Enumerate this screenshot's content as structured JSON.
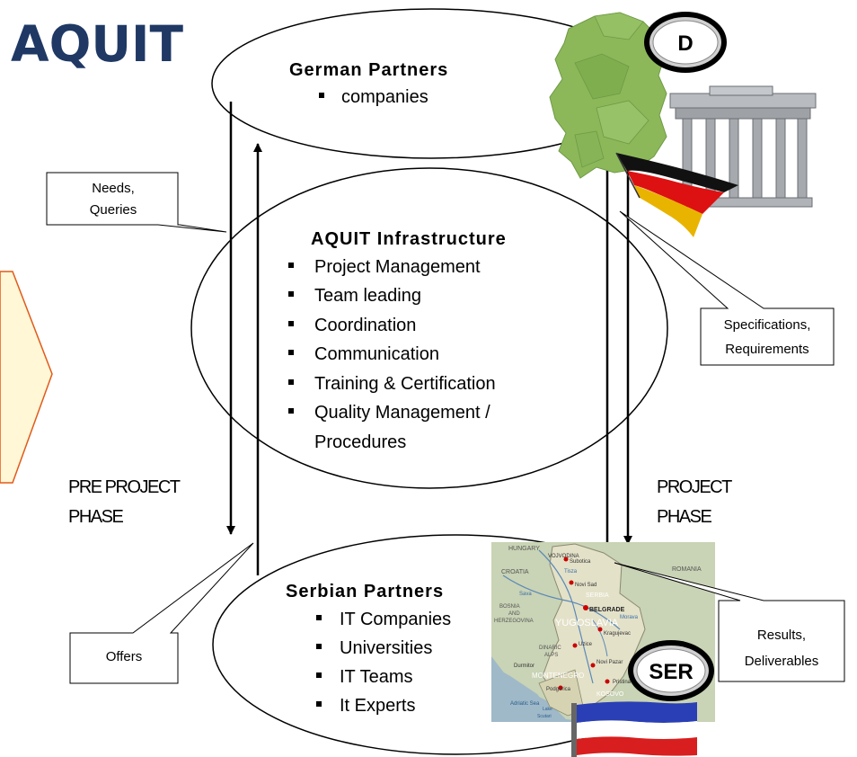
{
  "title": "AQUIT",
  "german": {
    "heading": "German Partners",
    "items": [
      "companies"
    ],
    "badge": "D"
  },
  "infrastructure": {
    "heading": "AQUIT Infrastructure",
    "items": [
      "Project Management",
      "Team leading",
      "Coordination",
      "Communication",
      "Training & Certification",
      "Quality Management /",
      "Procedures"
    ]
  },
  "serbian": {
    "heading": "Serbian Partners",
    "items": [
      "IT Companies",
      "Universities",
      "IT Teams",
      "It Experts"
    ],
    "badge": "SER"
  },
  "phases": {
    "pre_line1": "PRE PROJECT",
    "pre_line2": "PHASE",
    "project_line1": "PROJECT",
    "project_line2": "PHASE"
  },
  "callouts": {
    "needs_line1": "Needs,",
    "needs_line2": "Queries",
    "offers": "Offers",
    "specs_line1": "Specifications,",
    "specs_line2": "Requirements",
    "results_line1": "Results,",
    "results_line2": "Deliverables"
  },
  "map_labels": {
    "hungary": "HUNGARY",
    "vojvodina": "VOJVODINA",
    "romania": "ROMANIA",
    "croatia": "CROATIA",
    "subotica": "Subotica",
    "tisza": "Tisza",
    "novi_sad": "Novi Sad",
    "sava": "Sava",
    "belgrade": "BELGRADE",
    "serbia": "SERBIA",
    "bosnia": "BOSNIA",
    "and": "AND",
    "herzegovina": "HERZEGOVINA",
    "yugoslavia": "YUGOSLAVIA",
    "morava": "Morava",
    "kragujevac": "Kragujevac",
    "dinaric": "DINARIC",
    "alps": "ALPS",
    "uzice": "Uzice",
    "novi_pazar": "Novi Pazar",
    "durmitor": "Durmitor",
    "montenegro": "MONTENEGRO",
    "pristina": "Pristina",
    "podgorica": "Podgorica",
    "kosovo": "KOSOVO",
    "adriatic": "Adriatic Sea",
    "lake": "Lake",
    "scutari": "Scutari"
  },
  "colors": {
    "title": "#1f3864",
    "wedge_fill": "#fff7d6",
    "wedge_stroke": "#e05a1a",
    "germany_map": "#8cb85a",
    "flag_black": "#111111",
    "flag_red": "#dd1111",
    "flag_gold": "#e8b400",
    "serbia_flag_blue": "#2a3fb5",
    "serbia_flag_red": "#d81e1e",
    "map_sea": "#9fb9c9",
    "map_land": "#c9d3b5"
  },
  "icons": [
    "germany-map-icon",
    "brandenburg-gate-icon",
    "german-flag-icon",
    "serbia-map-icon",
    "serbian-flag-icon"
  ]
}
